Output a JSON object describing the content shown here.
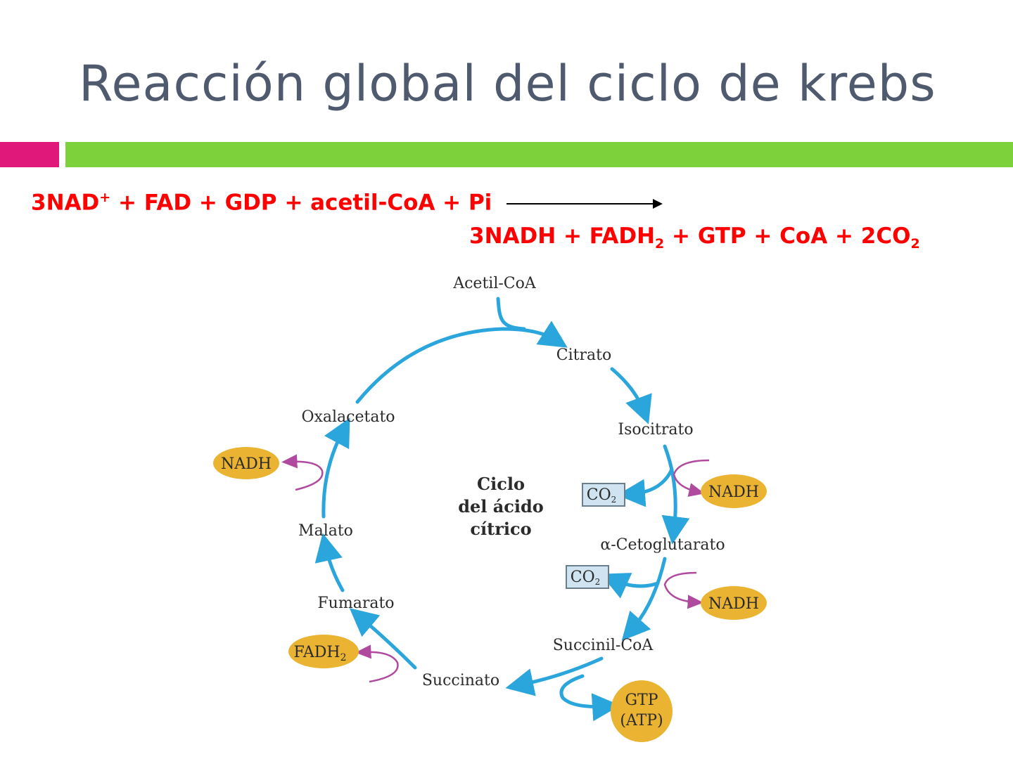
{
  "title": "Reacción global del ciclo de krebs",
  "colors": {
    "accent_pink": "#e0187a",
    "accent_green": "#7dd13a",
    "equation": "#ff0000",
    "cycle_arrow": "#2ba6dc",
    "cofactor_arrow": "#b04a9e",
    "cofactor_fill": "#eab331",
    "co2_box": "#cfe3f0"
  },
  "equation": {
    "reactants": {
      "nad": "3NAD",
      "nad_sup": "+",
      "rest": " + FAD + GDP + acetil-CoA + Pi"
    },
    "products": {
      "a": "3NADH + FADH",
      "a_sub": "2",
      "b": " + GTP + CoA + 2CO",
      "b_sub": "2"
    }
  },
  "diagram": {
    "center_lines": [
      "Ciclo",
      "del ácido",
      "cítrico"
    ],
    "metabolites": {
      "acetil_coa": "Acetil-CoA",
      "citrato": "Citrato",
      "isocitrato": "Isocitrato",
      "cetoglutarato": "α-Cetoglutarato",
      "succinil_coa": "Succinil-CoA",
      "succinato": "Succinato",
      "fumarato": "Fumarato",
      "malato": "Malato",
      "oxalacetato": "Oxalacetato"
    },
    "products": {
      "nadh": "NADH",
      "fadh": "FADH",
      "fadh_sub": "2",
      "co": "CO",
      "co_sub": "2",
      "gtp": "GTP",
      "atp": "(ATP)"
    }
  }
}
